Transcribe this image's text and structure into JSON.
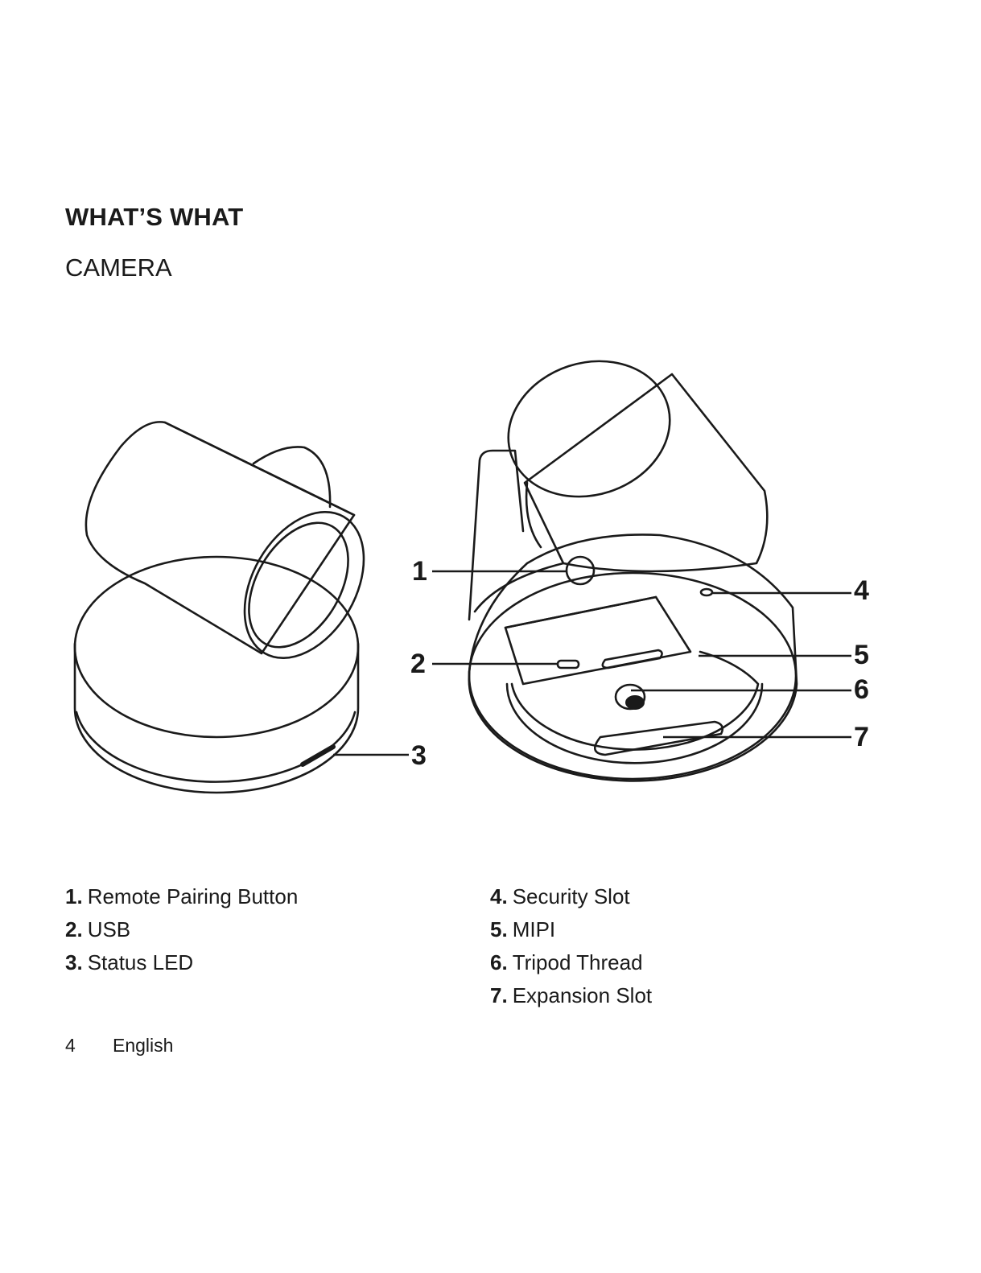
{
  "heading": "WHAT’S WHAT",
  "subheading": "CAMERA",
  "callouts": [
    "1",
    "2",
    "3",
    "4",
    "5",
    "6",
    "7"
  ],
  "parts_left": [
    {
      "num": "1.",
      "label": "Remote Pairing Button"
    },
    {
      "num": "2.",
      "label": "USB"
    },
    {
      "num": "3.",
      "label": "Status LED"
    }
  ],
  "parts_right": [
    {
      "num": "4.",
      "label": "Security Slot"
    },
    {
      "num": "5.",
      "label": "MIPI"
    },
    {
      "num": "6.",
      "label": "Tripod Thread"
    },
    {
      "num": "7.",
      "label": "Expansion Slot"
    }
  ],
  "footer": {
    "page_number": "4",
    "language": "English"
  }
}
